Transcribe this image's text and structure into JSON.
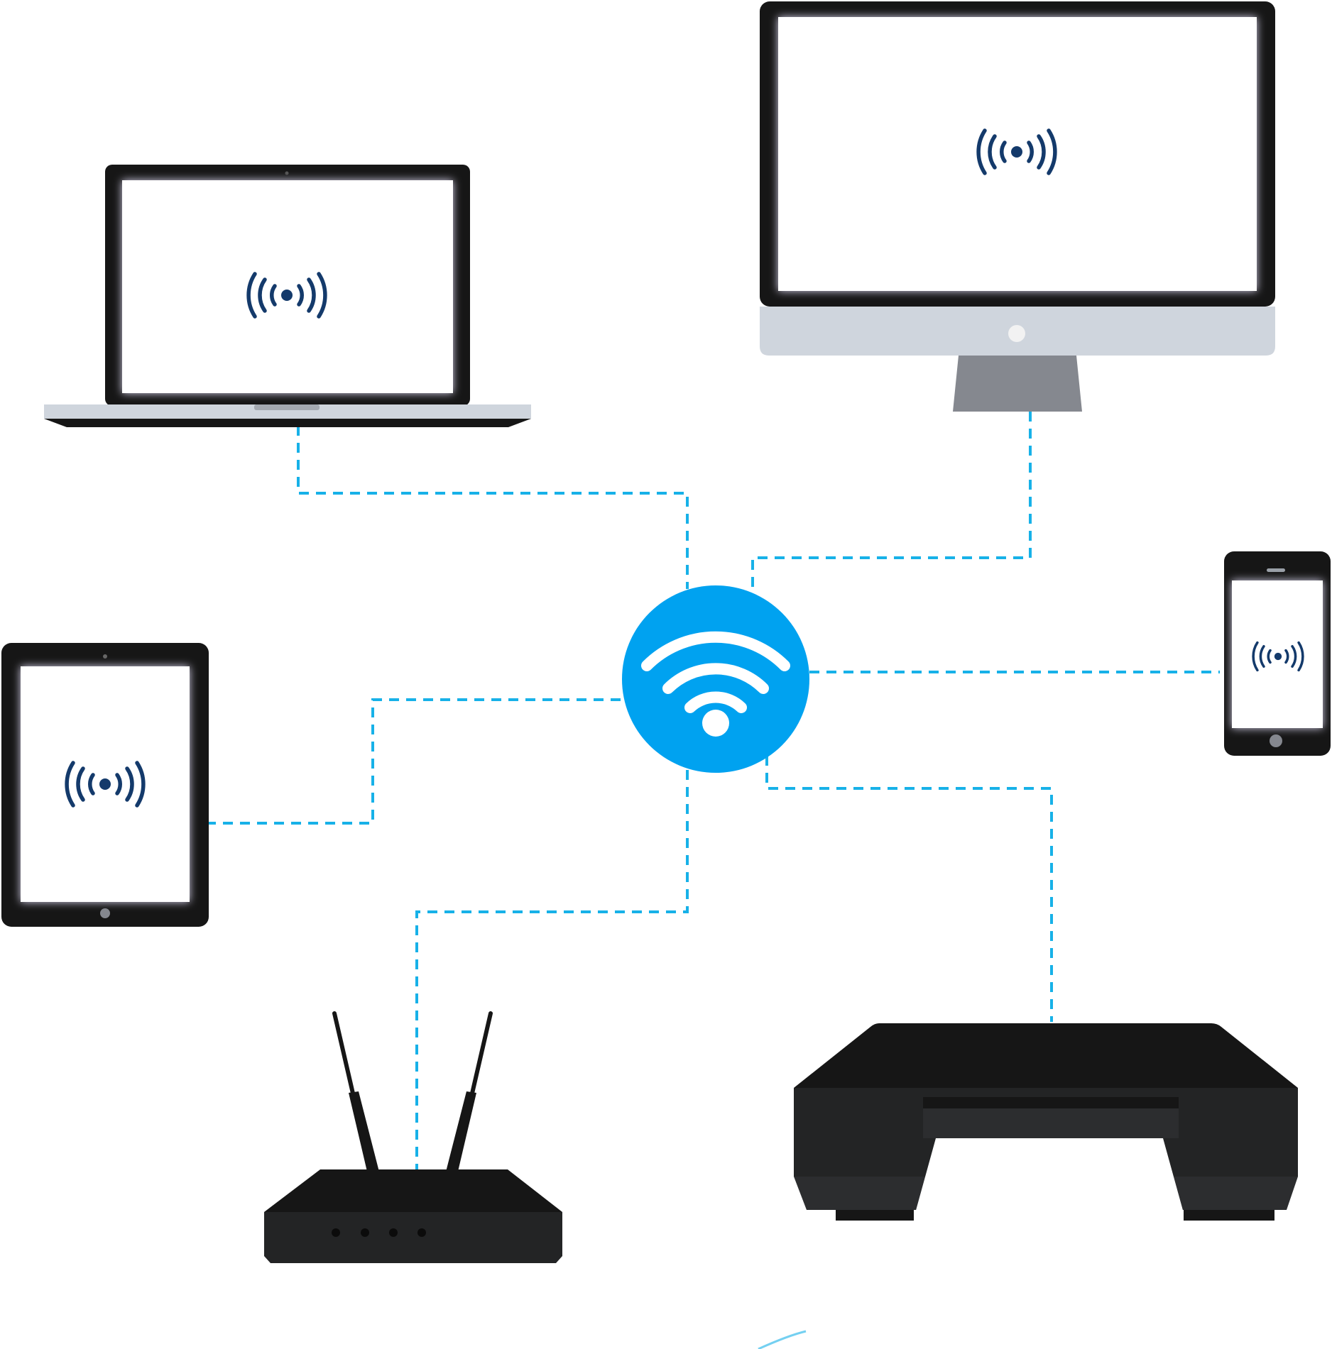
{
  "colors": {
    "hub": "#00a2f0",
    "link": "#17b1e8",
    "signal": "#143a6b",
    "device_body": "#161616",
    "device_body_alt": "#232425",
    "screen_bg": "#ffffff",
    "screen_glow": "#d9d5ee",
    "silver": "#cfd5dd",
    "stand": "#85888f"
  },
  "hub": {
    "name": "wireless-hub",
    "icon": "wifi-icon"
  },
  "devices": [
    {
      "name": "laptop",
      "icon": "broadcast-signal-icon"
    },
    {
      "name": "desktop-monitor",
      "icon": "broadcast-signal-icon"
    },
    {
      "name": "tablet",
      "icon": "broadcast-signal-icon"
    },
    {
      "name": "smartphone",
      "icon": "broadcast-signal-icon"
    },
    {
      "name": "router",
      "icon": "router-icon"
    },
    {
      "name": "printer",
      "icon": "printer-icon"
    }
  ],
  "links": [
    "laptop",
    "desktop-monitor",
    "tablet",
    "smartphone",
    "router",
    "printer"
  ]
}
